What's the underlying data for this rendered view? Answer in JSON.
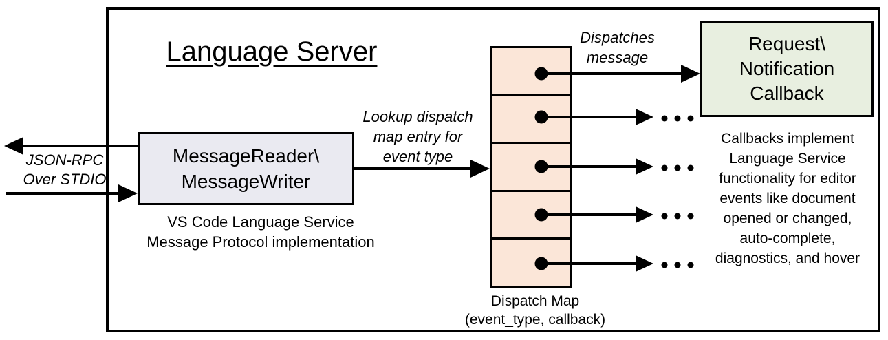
{
  "diagram": {
    "title": "Language Server",
    "io_channel": {
      "label": "JSON-RPC\nOver STDIO"
    },
    "reader_writer": {
      "label": "MessageReader\\\nMessageWriter",
      "caption": "VS Code Language Service\nMessage Protocol implementation",
      "fill": "#eaeaf1"
    },
    "lookup_label": "Lookup dispatch\nmap entry for\nevent type",
    "dispatch_map": {
      "caption": "Dispatch Map\n(event_type, callback)",
      "fill": "#fbe6d8",
      "cell_count": 5
    },
    "dispatch_label": "Dispatches\nmessage",
    "callback_box": {
      "label": "Request\\\nNotification\nCallback",
      "fill": "#e8efe0"
    },
    "callbacks_note": "Callbacks implement\nLanguage Service\nfunctionality for editor\nevents like document\nopened or changed,\nauto-complete,\ndiagnostics, and hover",
    "icons": {
      "ellipsis": "...",
      "map_entry_dot": "filled-circle"
    },
    "colors": {
      "line": "#000000",
      "reader_writer_fill": "#eaeaf1",
      "dispatch_map_fill": "#fbe6d8",
      "callback_fill": "#e8efe0",
      "background": "#ffffff"
    }
  }
}
